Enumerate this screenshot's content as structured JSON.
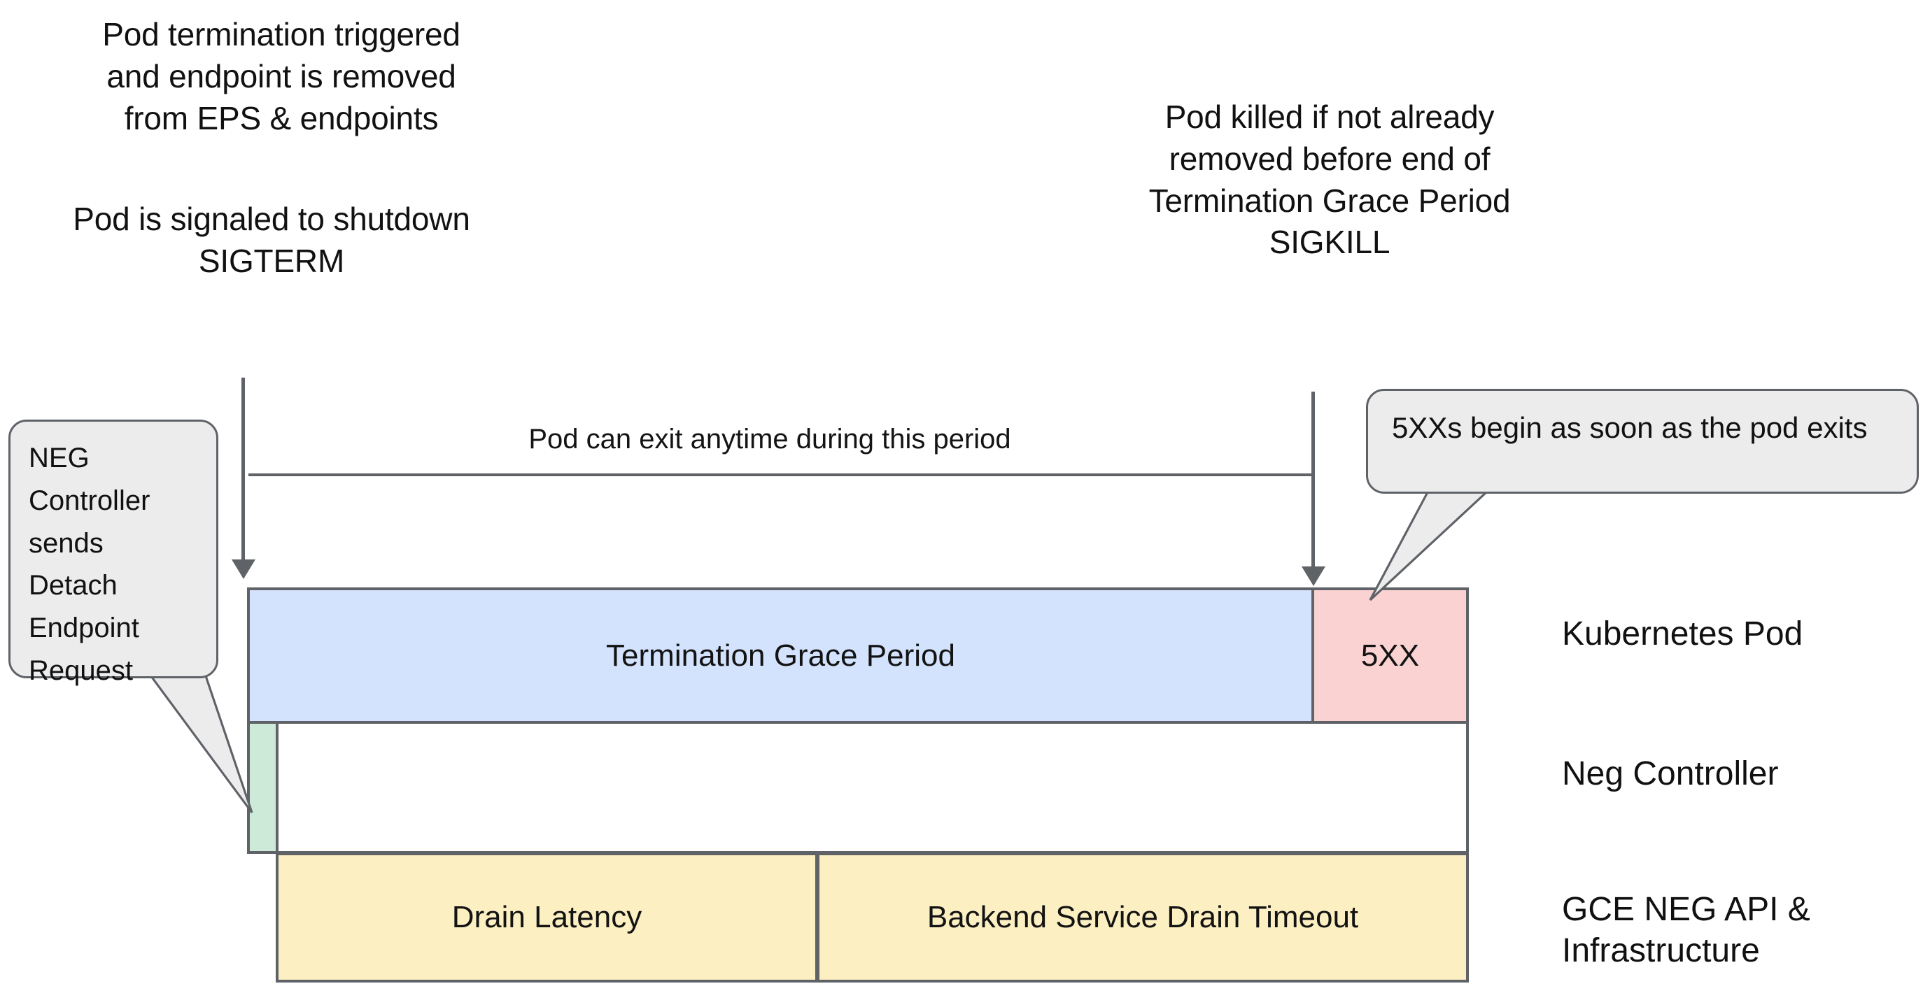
{
  "annotations": {
    "left_top": "Pod termination triggered\nand endpoint is removed\nfrom EPS & endpoints",
    "left_bottom": "Pod is signaled to shutdown\nSIGTERM",
    "right_top": "Pod killed if not already\nremoved before end of\nTermination Grace Period\nSIGKILL"
  },
  "timeline": {
    "period_label": "Pod can exit anytime during this period"
  },
  "bars": {
    "termination_grace_period": "Termination Grace Period",
    "five_xx": "5XX",
    "neg_detach": "",
    "drain_latency": "Drain Latency",
    "backend_service_drain_timeout": "Backend Service Drain Timeout"
  },
  "lanes": [
    {
      "label": "Kubernetes Pod"
    },
    {
      "label": "Neg Controller"
    },
    {
      "label": "GCE NEG API &\nInfrastructure"
    }
  ],
  "callouts": {
    "neg_controller": "NEG Controller sends Detach Endpoint Request",
    "five_xx": "5XXs begin as soon as the pod exits"
  },
  "colors": {
    "grace_period_fill": "#d3e3fd",
    "five_xx_fill": "#fad2d2",
    "neg_detach_fill": "#cdead9",
    "drain_fill": "#fcefc2",
    "stroke": "#5f6368",
    "callout_fill": "#ececec",
    "background": "#ffffff"
  }
}
